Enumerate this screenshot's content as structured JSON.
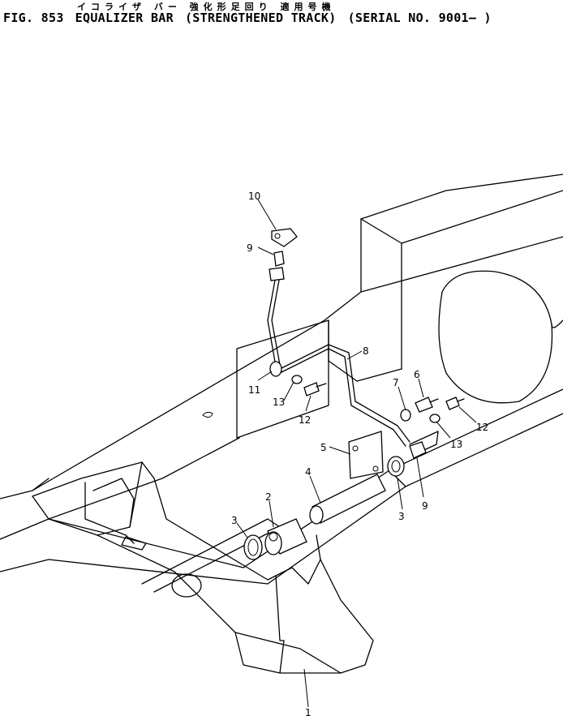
{
  "header": {
    "japanese_title": "イコライザ バー 強化形足回り 適用号機",
    "fig_number": "FIG. 853",
    "title": "EQUALIZER BAR",
    "subtitle": "(STRENGTHENED TRACK)",
    "serial": "(SERIAL NO. 9001– )"
  },
  "callouts": {
    "c1": "1",
    "c2": "2",
    "c3a": "3",
    "c3b": "3",
    "c4": "4",
    "c5": "5",
    "c6": "6",
    "c7": "7",
    "c8": "8",
    "c9a": "9",
    "c9b": "9",
    "c10": "10",
    "c11": "11",
    "c12a": "12",
    "c12b": "12",
    "c13a": "13",
    "c13b": "13"
  }
}
